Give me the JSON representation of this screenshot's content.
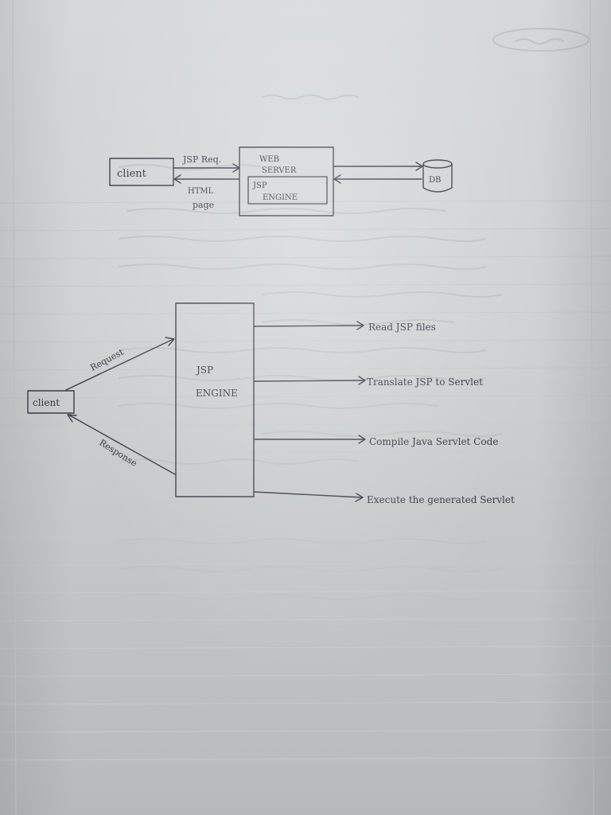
{
  "diagram_top": {
    "client": "client",
    "jsp_req": "JSP Req.",
    "html_page_line1": "HTML",
    "html_page_line2": "page",
    "web_server_line1": "WEB",
    "web_server_line2": "SERVER",
    "jsp_engine_line1": "JSP",
    "jsp_engine_line2": "ENGINE",
    "db": "DB"
  },
  "diagram_bottom": {
    "client": "client",
    "request": "Request",
    "response": "Response",
    "engine_line1": "JSP",
    "engine_line2": "ENGINE",
    "steps": [
      "Read JSP files",
      "Translate JSP to Servlet",
      "Compile Java Servlet Code",
      "Execute the generated Servlet"
    ]
  }
}
